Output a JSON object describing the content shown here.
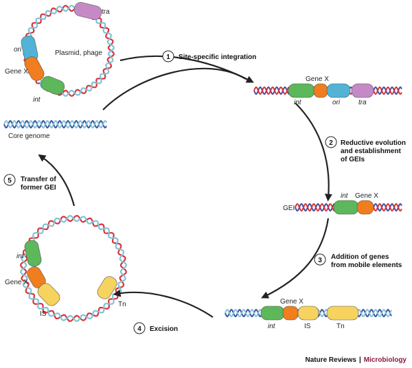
{
  "labels": {
    "tra": "tra",
    "plasmid": "Plasmid, phage",
    "ori": "ori",
    "gene_x": "Gene X",
    "int": "int",
    "core_genome": "Core genome",
    "gei": "GEI",
    "is": "IS",
    "tn": "Tn"
  },
  "steps": [
    {
      "num": "1",
      "lines": [
        "Site-specific integration"
      ]
    },
    {
      "num": "2",
      "lines": [
        "Reductive evolution",
        "and establishment",
        "of GEIs"
      ]
    },
    {
      "num": "3",
      "lines": [
        "Addition of genes",
        "from mobile elements"
      ]
    },
    {
      "num": "4",
      "lines": [
        "Excision"
      ]
    },
    {
      "num": "5",
      "lines": [
        "Transfer of",
        "former GEI"
      ]
    }
  ],
  "credit": {
    "journal": "Nature Reviews",
    "separator": "|",
    "section": "Microbiology"
  },
  "colors": {
    "green": "#5cb85a",
    "orange": "#f07d1e",
    "blue": "#52b3d6",
    "purple": "#c58ac6",
    "yellow": "#f6d35e",
    "dna_red": "#d9333a",
    "dna_blue": "#7fc3d8",
    "dna_navy": "#3f4f9e",
    "arrow": "#222222",
    "credit_accent": "#8c1840"
  }
}
